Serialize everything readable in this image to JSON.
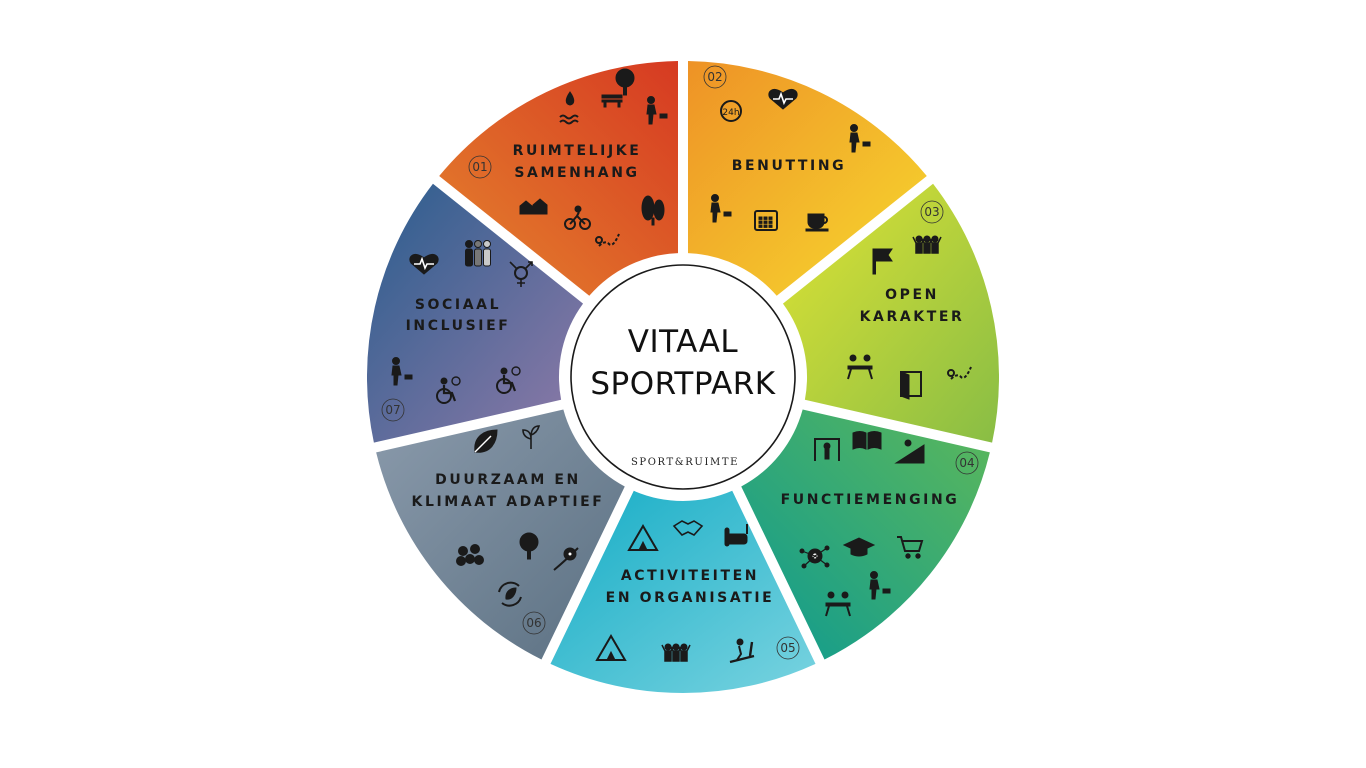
{
  "center": {
    "title_line1": "VITAAL",
    "title_line2": "SPORTPARK",
    "logo": "SPORT&RUIMTE"
  },
  "segments": [
    {
      "number": "01",
      "label_lines": [
        "RUIMTELIJKE",
        "SAMENHANG"
      ],
      "color_start": "#d93a22",
      "color_end": "#e4822c",
      "icons": [
        "water-drop-icon",
        "waves-icon",
        "bench-icon",
        "tree-icon",
        "dog-walker-icon",
        "houses-icon",
        "cyclist-icon",
        "route-pin-icon",
        "poplar-tree-icon"
      ]
    },
    {
      "number": "02",
      "label_lines": [
        "BENUTTING"
      ],
      "color_start": "#ef9b26",
      "color_end": "#f6d52e",
      "icons": [
        "clock-24h-icon",
        "heart-rate-icon",
        "child-play-icon",
        "massage-icon",
        "calendar-icon",
        "coffee-icon"
      ]
    },
    {
      "number": "03",
      "label_lines": [
        "OPEN",
        "KARAKTER"
      ],
      "color_start": "#d6df32",
      "color_end": "#8fc043",
      "icons": [
        "flag-icon",
        "cheering-people-icon",
        "meeting-table-icon",
        "open-door-icon",
        "winding-path-icon"
      ]
    },
    {
      "number": "04",
      "label_lines": [
        "FUNCTIEMENGING"
      ],
      "color_start": "#52b45c",
      "color_end": "#0f9b8e",
      "icons": [
        "pull-up-icon",
        "book-icon",
        "skateboard-icon",
        "gear-network-icon",
        "graduation-cap-icon",
        "shopping-cart-icon",
        "picnic-table-icon",
        "office-worker-icon"
      ]
    },
    {
      "number": "05",
      "label_lines": [
        "ACTIVITEITEN",
        "EN ORGANISATIE"
      ],
      "color_start": "#1eb0c8",
      "color_end": "#6fd1df",
      "icons": [
        "tent-icon",
        "handshake-icon",
        "lounge-chair-icon",
        "forest-camp-icon",
        "group-cheer-icon",
        "treadmill-icon"
      ]
    },
    {
      "number": "06",
      "label_lines": [
        "DUURZAAM EN",
        "KLIMAAT ADAPTIEF"
      ],
      "color_start": "#8395a6",
      "color_end": "#5e7384",
      "icons": [
        "leaf-icon",
        "plant-sprout-icon",
        "flower-bush-icon",
        "fruit-tree-icon",
        "blossom-branch-icon",
        "recycle-leaf-icon"
      ]
    },
    {
      "number": "07",
      "label_lines": [
        "SOCIAAL",
        "INCLUSIEF"
      ],
      "color_start": "#305f8e",
      "color_end": "#8a78a8",
      "icons": [
        "striped-heart-icon",
        "diverse-people-icon",
        "gender-symbol-icon",
        "elderly-walker-icon",
        "wheelchair-park-icon",
        "wheelchair-basketball-icon"
      ]
    }
  ]
}
